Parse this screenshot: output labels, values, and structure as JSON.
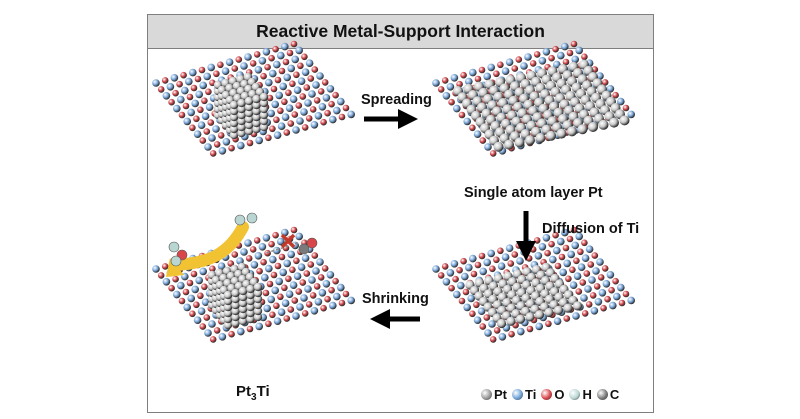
{
  "title": "Reactive Metal-Support Interaction",
  "steps": {
    "spreading": "Spreading",
    "diffusion": "Diffusion of Ti",
    "shrinking": "Shrinking"
  },
  "states": {
    "single_atom_layer": "Single atom layer Pt",
    "alloy_main": "Pt",
    "alloy_sub": "3",
    "alloy_tail": "Ti"
  },
  "legend": [
    {
      "label": "Pt",
      "color": "#9a9a9a"
    },
    {
      "label": "Ti",
      "color": "#6fa3d8"
    },
    {
      "label": "O",
      "color": "#d9464a"
    },
    {
      "label": "H",
      "color": "#b9d6d3"
    },
    {
      "label": "C",
      "color": "#7a7a7a"
    }
  ],
  "colors": {
    "support_ti": "#7aa8dc",
    "support_o": "#d2454a",
    "pt": "#c9c9c9",
    "arrow": "#000000",
    "flow_arrow": "#f1c232",
    "block_cross": "#c0392b"
  }
}
